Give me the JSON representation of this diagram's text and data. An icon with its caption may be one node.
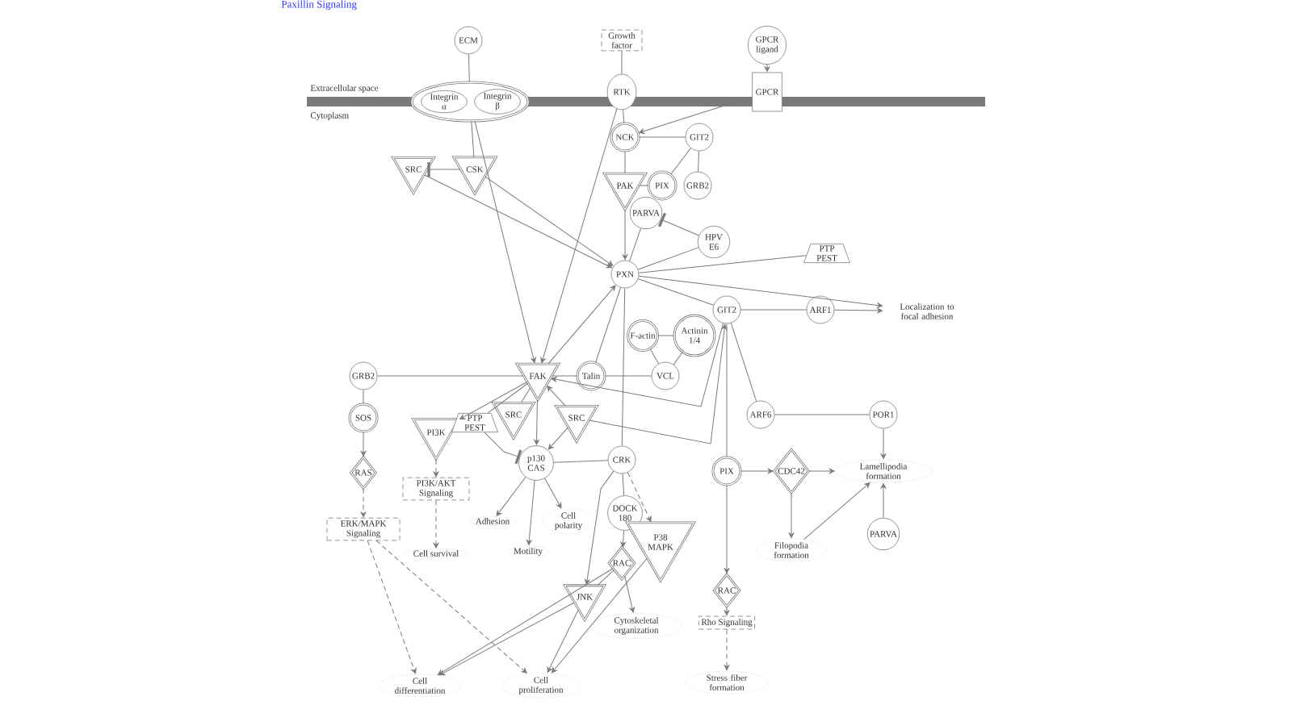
{
  "diagram": {
    "title": "Paxillin Signaling",
    "nodes": [
      {
        "text": [
          "ECM"
        ]
      },
      {
        "text": [
          "Growth factor"
        ]
      },
      {
        "text": [
          "GPCR ligand"
        ]
      },
      {
        "text": [],
        "shape": "ellipse"
      },
      {
        "text": [
          "Integrin α"
        ],
        "in": 3
      },
      {
        "text": [
          "Integrin β"
        ],
        "in": 3
      },
      {
        "text": [
          "RTK"
        ]
      },
      {
        "text": [
          "GPCR"
        ]
      },
      {
        "text": [
          "NCK"
        ]
      },
      {
        "text": [
          "GIT2"
        ]
      },
      {
        "text": [
          "SRC"
        ]
      },
      {
        "text": [
          "CSK"
        ]
      },
      {
        "text": [
          "PAK"
        ]
      },
      {
        "text": [
          "PIX"
        ]
      },
      {
        "text": [
          "GRB2"
        ]
      },
      {
        "text": [
          "PARVA"
        ]
      },
      {
        "text": [
          "HPV E6"
        ]
      },
      {
        "text": [
          "PTP PEST"
        ]
      },
      {
        "text": [
          "PXN"
        ]
      },
      {
        "text": [
          "Localization to focal adhesion"
        ]
      },
      {
        "text": [
          "GIT2"
        ]
      },
      {
        "text": [
          "ARF1"
        ]
      },
      {
        "text": [
          "F-actin"
        ]
      },
      {
        "text": [
          "Actinin 1/4"
        ]
      },
      {
        "text": [
          "VCL"
        ]
      },
      {
        "text": [
          "Talin"
        ]
      },
      {
        "text": [
          "FAK"
        ]
      },
      {
        "text": [
          "GRB2"
        ]
      },
      {
        "text": [
          "SOS"
        ]
      },
      {
        "text": [
          "PI3K"
        ]
      },
      {
        "text": [
          "PTP PEST"
        ]
      },
      {
        "text": [
          "SRC"
        ]
      },
      {
        "text": [
          "SRC"
        ]
      },
      {
        "text": [
          "ARF6"
        ]
      },
      {
        "text": [
          "POR1"
        ]
      },
      {
        "text": [
          "p130 CAS"
        ]
      },
      {
        "text": [
          "CRK"
        ]
      },
      {
        "text": [
          "PIX"
        ]
      },
      {
        "text": [
          "CDC42"
        ]
      },
      {
        "text": [
          "Lamellipodia formation"
        ]
      },
      {
        "text": [
          "RAS"
        ]
      },
      {
        "text": [
          "PI3K/AKT Signaling"
        ]
      },
      {
        "text": [
          "DOCK 180"
        ]
      },
      {
        "text": [
          "P38 MAPK"
        ]
      },
      {
        "text": [
          "Adhesion"
        ]
      },
      {
        "text": [
          "Cell polarity"
        ]
      },
      {
        "text": [
          "Motility"
        ]
      },
      {
        "text": [
          "ERK/MAPK Signaling"
        ]
      },
      {
        "text": [
          "Cell survival"
        ]
      },
      {
        "text": [
          "RAC"
        ]
      },
      {
        "text": [
          "PARVA"
        ]
      },
      {
        "text": [
          "Filopodia formation"
        ]
      },
      {
        "text": [
          "JNK"
        ]
      },
      {
        "text": [
          "RAC"
        ]
      },
      {
        "text": [
          "Cytoskeletal organization"
        ]
      },
      {
        "text": [
          "Rho Signaling"
        ]
      },
      {
        "text": [
          "Cell differentiation"
        ]
      },
      {
        "text": [
          "Cell proliferation"
        ]
      },
      {
        "text": [
          "Stress fiber formation"
        ]
      }
    ],
    "edges": [
      {
        "from": 0,
        "to": 3,
        "arrow": "none"
      },
      {
        "from": 1,
        "to": 6,
        "arrow": "none"
      },
      {
        "from": 2,
        "to": 7,
        "arrow": "to"
      },
      {
        "from": 6,
        "to": 8,
        "arrow": "none"
      },
      {
        "from": 7,
        "to": 8,
        "arrow": "to"
      },
      {
        "from": 8,
        "to": 9,
        "arrow": "none"
      },
      {
        "from": 8,
        "to": 12,
        "arrow": "none"
      },
      {
        "from": 9,
        "to": 13,
        "arrow": "none"
      },
      {
        "from": 9,
        "to": 14,
        "arrow": "none"
      },
      {
        "from": 12,
        "to": 13,
        "arrow": "none"
      },
      {
        "from": 12,
        "to": 18,
        "arrow": "to"
      },
      {
        "from": 3,
        "to": 11,
        "arrow": "none"
      },
      {
        "from": 11,
        "to": 10,
        "arrow": "other"
      },
      {
        "from": 10,
        "to": 18,
        "arrow": "to"
      },
      {
        "from": 11,
        "to": 18,
        "arrow": "to"
      },
      {
        "from": 3,
        "to": 26,
        "arrow": "to"
      },
      {
        "from": 6,
        "to": 26,
        "arrow": "to"
      },
      {
        "from": 15,
        "to": 18,
        "arrow": "none"
      },
      {
        "from": 16,
        "to": 18,
        "arrow": "none"
      },
      {
        "from": 16,
        "to": 15,
        "arrow": "other"
      },
      {
        "from": 18,
        "to": 17,
        "arrow": "none"
      },
      {
        "from": 18,
        "to": 19,
        "arrow": "to"
      },
      {
        "from": 18,
        "to": 20,
        "arrow": "none"
      },
      {
        "from": 20,
        "to": 21,
        "arrow": "none"
      },
      {
        "from": 21,
        "to": 19,
        "arrow": "to"
      },
      {
        "from": 26,
        "to": 18,
        "arrow": "to"
      },
      {
        "from": 25,
        "to": 18,
        "arrow": "none"
      },
      {
        "from": 25,
        "to": 26,
        "arrow": "none"
      },
      {
        "from": 25,
        "to": 24,
        "arrow": "none"
      },
      {
        "from": 22,
        "to": 23,
        "arrow": "none"
      },
      {
        "from": 22,
        "to": 24,
        "arrow": "none"
      },
      {
        "from": 23,
        "to": 24,
        "arrow": "none"
      },
      {
        "from": 20,
        "to": 26,
        "arrow": "to"
      },
      {
        "from": 32,
        "to": 20,
        "arrow": "to"
      },
      {
        "from": 27,
        "to": 26,
        "arrow": "none"
      },
      {
        "from": 27,
        "to": 28,
        "arrow": "none"
      },
      {
        "from": 28,
        "to": 40,
        "arrow": "to"
      },
      {
        "from": 40,
        "to": 47,
        "arrow": "to",
        "style": "dashed"
      },
      {
        "from": 26,
        "to": 29,
        "arrow": "to"
      },
      {
        "from": 26,
        "to": 30,
        "arrow": "none"
      },
      {
        "from": 26,
        "to": 31,
        "arrow": "none"
      },
      {
        "from": 26,
        "to": 35,
        "arrow": "to"
      },
      {
        "from": 32,
        "to": 26,
        "arrow": "to"
      },
      {
        "from": 32,
        "to": 35,
        "arrow": "to"
      },
      {
        "from": 30,
        "to": 35,
        "arrow": "other"
      },
      {
        "from": 29,
        "to": 41,
        "arrow": "to",
        "style": "dashed"
      },
      {
        "from": 41,
        "to": 48,
        "arrow": "to",
        "style": "dashed"
      },
      {
        "from": 35,
        "to": 36,
        "arrow": "none"
      },
      {
        "from": 35,
        "to": 44,
        "arrow": "to"
      },
      {
        "from": 35,
        "to": 46,
        "arrow": "to"
      },
      {
        "from": 35,
        "to": 45,
        "arrow": "to"
      },
      {
        "from": 18,
        "to": 36,
        "arrow": "none"
      },
      {
        "from": 36,
        "to": 42,
        "arrow": "none"
      },
      {
        "from": 36,
        "to": 43,
        "arrow": "to",
        "style": "dashed"
      },
      {
        "from": 36,
        "to": 52,
        "arrow": "to"
      },
      {
        "from": 42,
        "to": 49,
        "arrow": "to"
      },
      {
        "from": 49,
        "to": 54,
        "arrow": "to"
      },
      {
        "from": 49,
        "to": 52,
        "arrow": "none"
      },
      {
        "from": 43,
        "to": 57,
        "arrow": "to"
      },
      {
        "from": 52,
        "to": 56,
        "arrow": "to"
      },
      {
        "from": 49,
        "to": 56,
        "arrow": "to"
      },
      {
        "from": 52,
        "to": 57,
        "arrow": "to"
      },
      {
        "from": 47,
        "to": 56,
        "arrow": "to",
        "style": "dashed"
      },
      {
        "from": 47,
        "to": 57,
        "arrow": "to",
        "style": "dashed"
      },
      {
        "from": 20,
        "to": 33,
        "arrow": "none"
      },
      {
        "from": 20,
        "to": 37,
        "arrow": "none"
      },
      {
        "from": 37,
        "to": 38,
        "arrow": "to"
      },
      {
        "from": 38,
        "to": 39,
        "arrow": "to"
      },
      {
        "from": 38,
        "to": 51,
        "arrow": "to"
      },
      {
        "from": 51,
        "to": 39,
        "arrow": "to"
      },
      {
        "from": 33,
        "to": 34,
        "arrow": "none"
      },
      {
        "from": 34,
        "to": 39,
        "arrow": "to"
      },
      {
        "from": 50,
        "to": 39,
        "arrow": "to"
      },
      {
        "from": 37,
        "to": 53,
        "arrow": "to"
      },
      {
        "from": 53,
        "to": 55,
        "arrow": "to",
        "style": "dashed"
      },
      {
        "from": 55,
        "to": 58,
        "arrow": "to",
        "style": "dashed"
      }
    ],
    "labels": [
      "Extracellular space",
      "Cytoplasm"
    ]
  }
}
